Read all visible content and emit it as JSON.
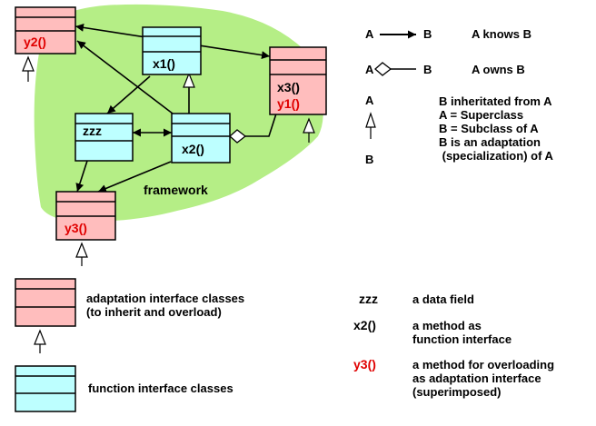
{
  "colors": {
    "framework_fill": "#b5ee86",
    "adaptation_class_fill": "#ffbdbd",
    "function_class_fill": "#bdffff",
    "adaptation_method_text": "#e00000"
  },
  "diagram": {
    "framework_label": "framework",
    "classes": {
      "c1": {
        "methods": [
          "y2()"
        ],
        "kind": "adaptation"
      },
      "c2": {
        "methods": [
          "x1()"
        ],
        "kind": "function"
      },
      "c3": {
        "methods": [
          "x3()",
          "y1()"
        ],
        "kind": "adaptation"
      },
      "c4": {
        "fields": [
          "zzz"
        ],
        "kind": "function"
      },
      "c5": {
        "methods": [
          "x2()"
        ],
        "kind": "function"
      },
      "c6": {
        "methods": [
          "y3()"
        ],
        "kind": "adaptation"
      }
    }
  },
  "legend_relations": {
    "knows": {
      "a": "A",
      "b": "B",
      "text": "A knows B"
    },
    "owns": {
      "a": "A",
      "b": "B",
      "text": "A owns B"
    },
    "inherit": {
      "a": "A",
      "b": "B",
      "lines": [
        "B inheritated from A",
        "A = Superclass",
        "B = Subclass of A",
        "B is an adaptation",
        " (specialization) of A"
      ]
    }
  },
  "legend_classes": {
    "adaptation": [
      "adaptation interface classes",
      "(to inherit and overload)"
    ],
    "function": [
      "function interface classes"
    ]
  },
  "legend_members": {
    "field": {
      "symbol": "zzz",
      "text": [
        "a data field"
      ]
    },
    "method": {
      "symbol": "x2()",
      "text": [
        "a method as",
        "function interface"
      ]
    },
    "adapt_method": {
      "symbol": "y3()",
      "text": [
        "a method for overloading",
        "as adaptation interface",
        "(superimposed)"
      ]
    }
  }
}
